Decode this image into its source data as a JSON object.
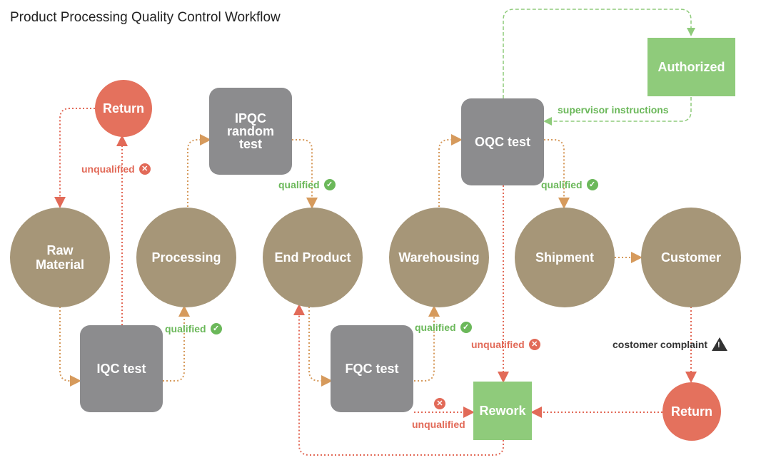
{
  "title": "Product Processing Quality Control Workflow",
  "nodes": {
    "raw_material_line1": "Raw",
    "raw_material_line2": "Material",
    "processing": "Processing",
    "end_product": "End Product",
    "warehousing": "Warehousing",
    "shipment": "Shipment",
    "customer": "Customer",
    "return_top": "Return",
    "return_bottom": "Return",
    "iqc_test": "IQC test",
    "ipqc_line1": "IPQC",
    "ipqc_line2": "random",
    "ipqc_line3": "test",
    "fqc_test": "FQC test",
    "oqc_test": "OQC test",
    "authorized": "Authorized",
    "rework": "Rework"
  },
  "labels": {
    "qualified_iqc": "qualified",
    "qualified_ipqc": "qualified",
    "qualified_fqc": "qualified",
    "qualified_oqc": "qualified",
    "unqualified_iqc": "unqualified",
    "unqualified_fqc": "unqualified",
    "unqualified_oqc": "unqualified",
    "supervisor": "supervisor instructions",
    "complaint": "costomer complaint"
  },
  "colors": {
    "stage_node": "#a69678",
    "test_node": "#8c8c8e",
    "return_node": "#e4715d",
    "action_node": "#8fcb7b",
    "qualified_flow": "#d69a5c",
    "unqualified_flow": "#e26a58",
    "authorized_flow": "#8fcb7b"
  },
  "icons": {
    "qualified": "check-circle-icon",
    "unqualified": "x-circle-icon",
    "complaint": "warning-triangle-icon"
  }
}
